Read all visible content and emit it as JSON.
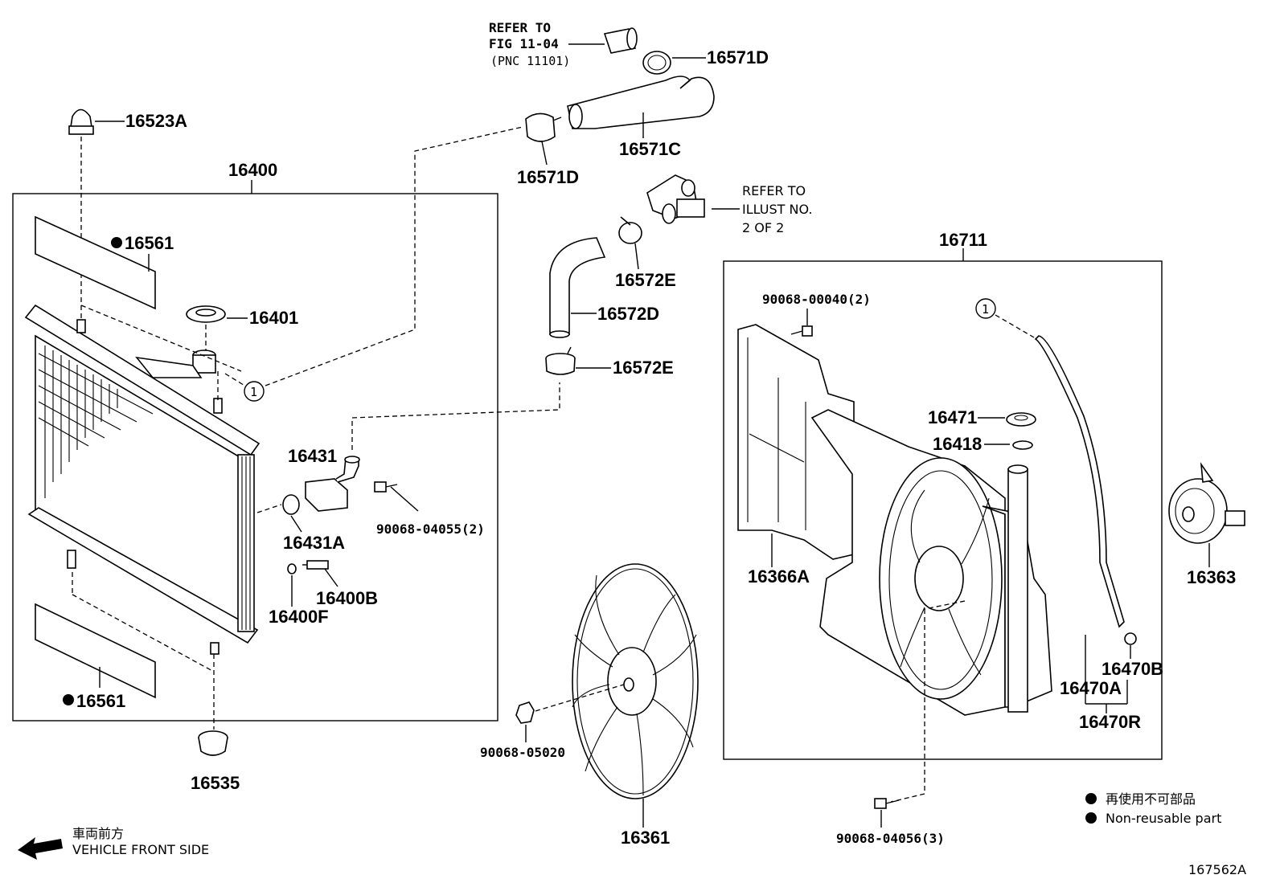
{
  "labels": {
    "p16523A": "16523A",
    "p16400": "16400",
    "p16561_top": "16561",
    "p16401": "16401",
    "p16431": "16431",
    "p16431A": "16431A",
    "p90068_04055": "90068-04055(2)",
    "p16400B": "16400B",
    "p16400F": "16400F",
    "p16561_bot": "16561",
    "p16535": "16535",
    "p16571D_top": "16571D",
    "p16571C": "16571C",
    "p16571D_mid": "16571D",
    "p16572E_top": "16572E",
    "p16572D": "16572D",
    "p16572E_bot": "16572E",
    "p16711": "16711",
    "p90068_00040": "90068-00040(2)",
    "p16471": "16471",
    "p16418": "16418",
    "p16366A": "16366A",
    "p16363": "16363",
    "p16470B": "16470B",
    "p16470A": "16470A",
    "p16470R": "16470R",
    "p90068_05020": "90068-05020",
    "p16361": "16361",
    "p90068_04056": "90068-04056(3)"
  },
  "refer_fig": {
    "line1": "REFER TO",
    "line2": "FIG 11-04",
    "line3": "(PNC 11101)"
  },
  "refer_illust": {
    "line1": "REFER TO",
    "line2": "ILLUST NO.",
    "line3": "2 OF 2"
  },
  "callout_mark": "1",
  "legend": {
    "jp": "再使用不可部品",
    "en": "Non-reusable part"
  },
  "front": {
    "jp": "車両前方",
    "en": "VEHICLE FRONT SIDE"
  },
  "diagram_id": "167562A"
}
